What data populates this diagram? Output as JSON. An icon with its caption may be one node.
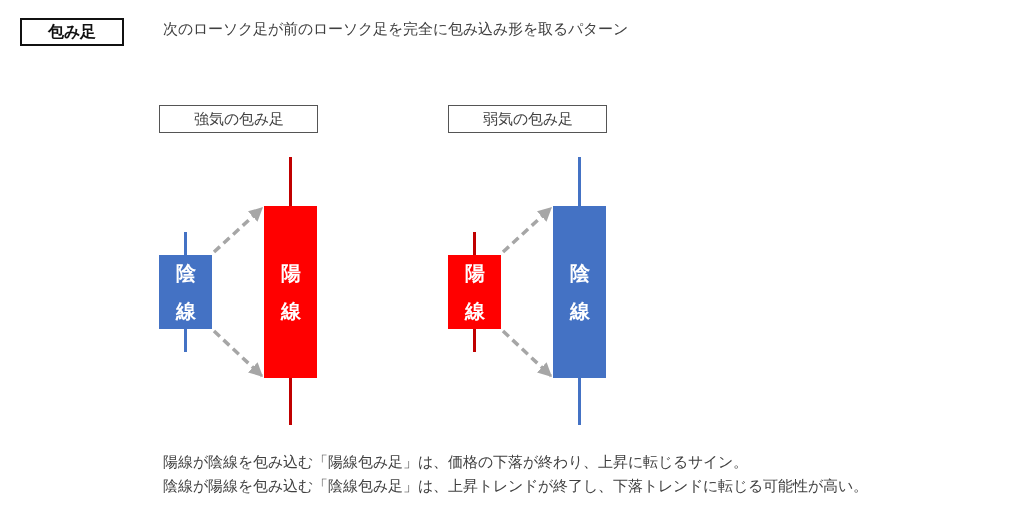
{
  "diagram": {
    "nodes": [
      {
        "text": [
          "包み足"
        ]
      },
      {
        "text": [
          "強気の包み足"
        ]
      },
      {
        "text": [
          "弱気の包み足"
        ]
      },
      {
        "text": [
          "陰線"
        ]
      },
      {
        "text": [
          "陽線"
        ]
      },
      {
        "text": [
          "陽線"
        ]
      },
      {
        "text": [
          "陰線"
        ]
      }
    ],
    "edges": [
      {
        "from": 3,
        "to": 4,
        "arrow": "to",
        "style": "dashed"
      },
      {
        "from": 3,
        "to": 4,
        "arrow": "to",
        "style": "dashed"
      },
      {
        "from": 5,
        "to": 6,
        "arrow": "to",
        "style": "dashed"
      },
      {
        "from": 5,
        "to": 6,
        "arrow": "to",
        "style": "dashed"
      }
    ],
    "labels": [
      "次のローソク足が前のローソク足を完全に包み込み形を取るパターン",
      "陽線が陰線を包み込む「陽線包み足」は、価格の下落が終わり、上昇に転じるサイン。",
      "陰線が陽線を包み込む「陰線包み足」は、上昇トレンドが終了し、下落トレンドに転じる可能性が高い。"
    ]
  }
}
